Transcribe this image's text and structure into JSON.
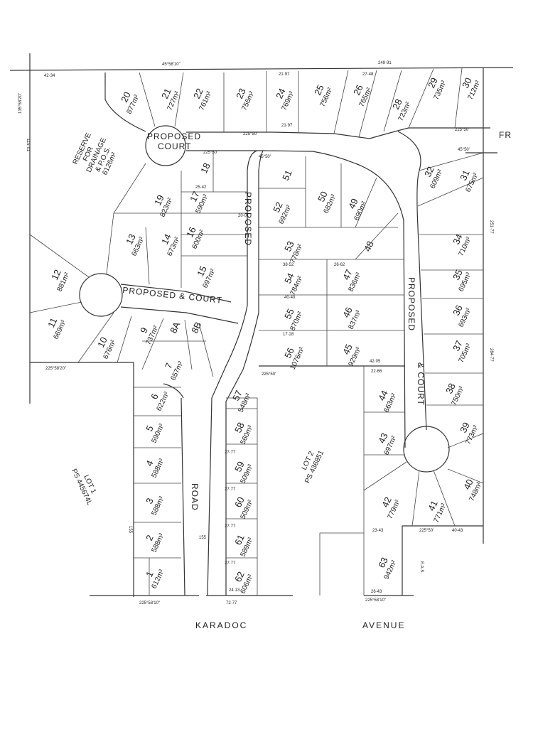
{
  "plan": {
    "lots": [
      {
        "id": "l1",
        "num": "1",
        "area": "612m²"
      },
      {
        "id": "l2",
        "num": "2",
        "area": "588m²"
      },
      {
        "id": "l3",
        "num": "3",
        "area": "588m²"
      },
      {
        "id": "l4",
        "num": "4",
        "area": "588m²"
      },
      {
        "id": "l5",
        "num": "5",
        "area": "590m²"
      },
      {
        "id": "l6",
        "num": "6",
        "area": "622m²"
      },
      {
        "id": "l7",
        "num": "7",
        "area": "657m²"
      },
      {
        "id": "l8a",
        "num": "8A",
        "area": ""
      },
      {
        "id": "l8b",
        "num": "8B",
        "area": ""
      },
      {
        "id": "l9",
        "num": "9",
        "area": "737m²"
      },
      {
        "id": "l10",
        "num": "10",
        "area": "676m²"
      },
      {
        "id": "l11",
        "num": "11",
        "area": "669m²"
      },
      {
        "id": "l12",
        "num": "12",
        "area": "881m²"
      },
      {
        "id": "l13",
        "num": "13",
        "area": "663m²"
      },
      {
        "id": "l14",
        "num": "14",
        "area": "673m²"
      },
      {
        "id": "l15",
        "num": "15",
        "area": "697m²"
      },
      {
        "id": "l16",
        "num": "16",
        "area": "600m²"
      },
      {
        "id": "l17",
        "num": "17",
        "area": "590m²"
      },
      {
        "id": "l18",
        "num": "18",
        "area": ""
      },
      {
        "id": "l19",
        "num": "19",
        "area": "823m²"
      },
      {
        "id": "l20",
        "num": "20",
        "area": "877m²"
      },
      {
        "id": "l21",
        "num": "21",
        "area": "727m²"
      },
      {
        "id": "l22",
        "num": "22",
        "area": "761m²"
      },
      {
        "id": "l23",
        "num": "23",
        "area": "756m²"
      },
      {
        "id": "l24",
        "num": "24",
        "area": "769m²"
      },
      {
        "id": "l25",
        "num": "25",
        "area": "756m²"
      },
      {
        "id": "l26",
        "num": "26",
        "area": "765m²"
      },
      {
        "id": "l28",
        "num": "28",
        "area": "723m²"
      },
      {
        "id": "l29",
        "num": "29",
        "area": "735m²"
      },
      {
        "id": "l30",
        "num": "30",
        "area": "712m²"
      },
      {
        "id": "l31",
        "num": "31",
        "area": "675m²"
      },
      {
        "id": "l32",
        "num": "32",
        "area": "609m²"
      },
      {
        "id": "l34",
        "num": "34",
        "area": "710m²"
      },
      {
        "id": "l35",
        "num": "35",
        "area": "695m²"
      },
      {
        "id": "l36",
        "num": "36",
        "area": "693m²"
      },
      {
        "id": "l37",
        "num": "37",
        "area": "705m²"
      },
      {
        "id": "l38",
        "num": "38",
        "area": "750m²"
      },
      {
        "id": "l39",
        "num": "39",
        "area": "773m²"
      },
      {
        "id": "l40",
        "num": "40",
        "area": "748m²"
      },
      {
        "id": "l41",
        "num": "41",
        "area": "771m²"
      },
      {
        "id": "l42",
        "num": "42",
        "area": "779m²"
      },
      {
        "id": "l43",
        "num": "43",
        "area": "697m²"
      },
      {
        "id": "l44",
        "num": "44",
        "area": "663m²"
      },
      {
        "id": "l45",
        "num": "45",
        "area": "929m²"
      },
      {
        "id": "l46",
        "num": "46",
        "area": "837m²"
      },
      {
        "id": "l47",
        "num": "47",
        "area": "836m²"
      },
      {
        "id": "l48",
        "num": "48",
        "area": ""
      },
      {
        "id": "l49",
        "num": "49",
        "area": "690m²"
      },
      {
        "id": "l50",
        "num": "50",
        "area": "682m²"
      },
      {
        "id": "l51",
        "num": "51",
        "area": ""
      },
      {
        "id": "l52",
        "num": "52",
        "area": "692m²"
      },
      {
        "id": "l53",
        "num": "53",
        "area": "778m²"
      },
      {
        "id": "l54",
        "num": "54",
        "area": "784m²"
      },
      {
        "id": "l55",
        "num": "55",
        "area": "870m²"
      },
      {
        "id": "l56",
        "num": "56",
        "area": "1076m²"
      },
      {
        "id": "l57",
        "num": "57",
        "area": "548m²"
      },
      {
        "id": "l58",
        "num": "58",
        "area": "560m²"
      },
      {
        "id": "l59",
        "num": "59",
        "area": "509m²"
      },
      {
        "id": "l60",
        "num": "60",
        "area": "509m²"
      },
      {
        "id": "l61",
        "num": "61",
        "area": "589m²"
      },
      {
        "id": "l62",
        "num": "62",
        "area": "606m²"
      },
      {
        "id": "l63",
        "num": "63",
        "area": "942m²"
      }
    ],
    "reserve": {
      "line1": "RESERVE",
      "line2": "FOR",
      "line3": "DRAINAGE",
      "line4": "& P.O.S.",
      "line5": "6126m²"
    },
    "roads": {
      "court_top_1": "PROPOSED",
      "court_top_2": "COURT",
      "court_left": "PROPOSED & COURT",
      "proposed_road": "PROPOSED",
      "road": "ROAD",
      "court_right_1": "PROPOSED",
      "court_right_2": "& COURT",
      "fr": "FR"
    },
    "streets": {
      "karadoc": "KARADOC",
      "avenue": "AVENUE"
    },
    "neighbours": {
      "lot1": "LOT 1",
      "lot1_ps": "PS 445674L",
      "lot2": "LOT 2",
      "lot2_ps": "PS 436851"
    },
    "dims": {
      "top_left": "42·34",
      "top_bearing": "45°58'10\"",
      "top_right": "249·91",
      "west": "115·01",
      "west_bearing": "135°58'20\"",
      "karadoc_bearing": "225°58'10\"",
      "karadoc_dist": "72·77",
      "avenue_bearing": "225°58'10\"",
      "bearing_225_50": "225°50'",
      "bearing_45_50": "45°50'",
      "bearing_225_58_20": "225°58'20\"",
      "d_21_97": "21·97",
      "d_27_48": "27·48",
      "d_20_01": "20·01",
      "d_27_77": "27·77",
      "d_24_13": "24·13",
      "d_23_43": "23·43",
      "d_26_43": "26·43",
      "d_40_43": "40·43",
      "d_22_66": "22·66",
      "d_42_05": "42·05",
      "d_17_28": "17·28",
      "d_38_52": "38·52",
      "d_40_40": "40·40",
      "d_26_62": "26·62",
      "d_25_42": "25·42",
      "d_284_77": "284·77",
      "d_251_77": "251·77",
      "d_155": "155",
      "d_155_b": "155",
      "eas": "E.A.S."
    },
    "colors": {
      "line": "#333333",
      "paper": "#ffffff"
    }
  }
}
